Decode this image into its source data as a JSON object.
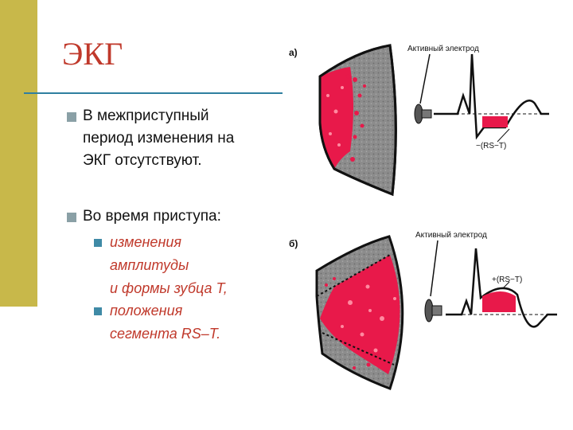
{
  "slide": {
    "title": "ЭКГ",
    "bullets": [
      {
        "lines": [
          "В межприступный",
          "период изменения на",
          "ЭКГ отсутствуют."
        ]
      },
      {
        "lines": [
          "Во время приступа:"
        ]
      }
    ],
    "subbullets": [
      {
        "lines": [
          "изменения",
          "амплитуды",
          "и формы зубца T,"
        ]
      },
      {
        "lines": [
          "положения",
          "сегмента RS–T."
        ]
      }
    ]
  },
  "figure": {
    "panel_a": {
      "tag": "а)",
      "electrode": "Активный электрод",
      "segment": "−(RS−T)"
    },
    "panel_b": {
      "tag": "б)",
      "electrode": "Активный электрод",
      "segment": "+(RS−T)"
    }
  },
  "colors": {
    "accent": "#c0392b",
    "bar": "#c8b84a",
    "rule": "#2f7fa0",
    "ischemia": "#e8194a",
    "muscle": "#8c8c8c"
  }
}
